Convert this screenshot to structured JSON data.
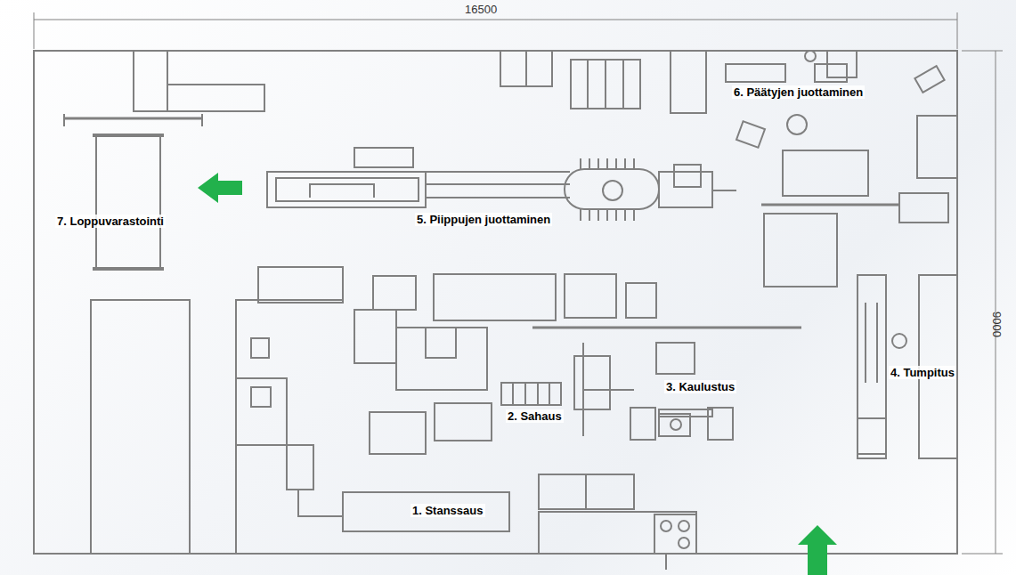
{
  "diagram": {
    "labels": [
      "16500",
      "9000",
      "6. Päätyjen juottaminen",
      "7. Loppuvarastointi",
      "5. Piippujen juottaminen",
      "4. Tumpitus",
      "3. Kaulustus",
      "2. Sahaus",
      "1. Stanssaus"
    ]
  }
}
